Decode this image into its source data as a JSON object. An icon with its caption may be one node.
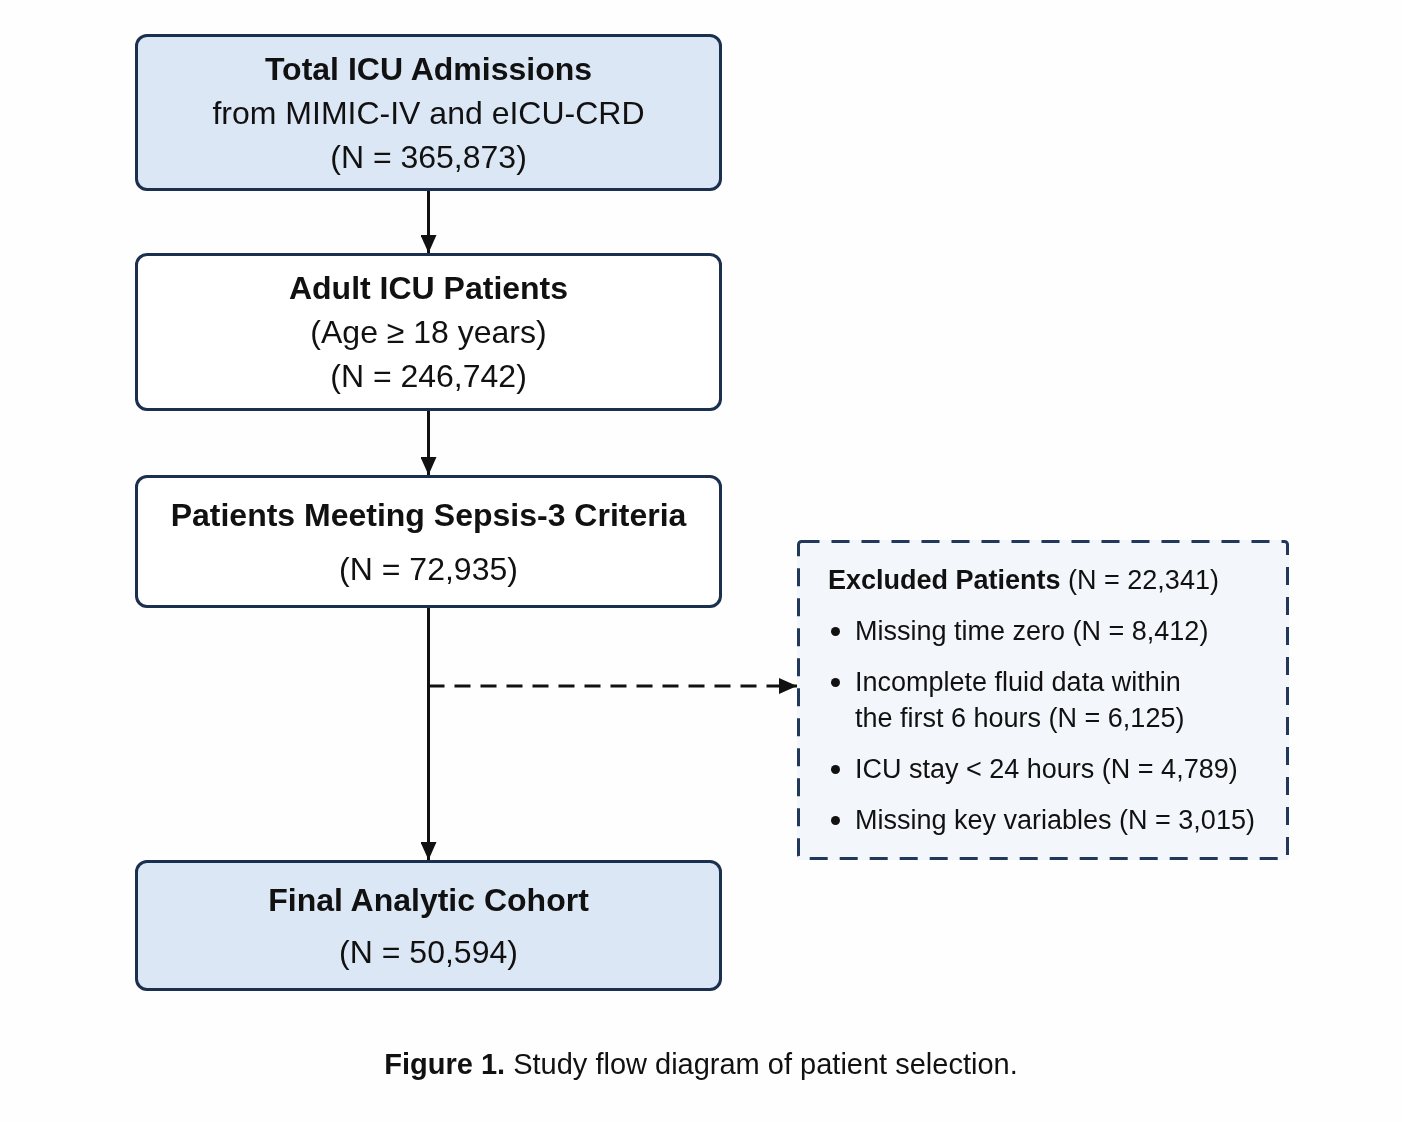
{
  "diagram": {
    "caption": "**Figure 1.** Study flow diagram of patient selection.",
    "nodes": [
      {
        "text": [
          "Total ICU Admissions",
          "from MIMIC-IV and eICU-CRD",
          "(N = 365,873)"
        ]
      },
      {
        "text": [
          "Adult ICU Patients",
          "(Age ≥ 18 years)",
          "(N = 246,742)"
        ]
      },
      {
        "text": [
          "Patients Meeting Sepsis-3 Criteria",
          "(N = 72,935)"
        ]
      },
      {
        "text": [
          "**Excluded Patients** (N = 22,341)",
          "Missing time zero (N = 8,412)",
          "Incomplete fluid data within the first 6 hours (N = 6,125)",
          "ICU stay < 24 hours (N = 4,789)",
          "Missing key variables (N = 3,015)"
        ]
      },
      {
        "text": [
          "Final Analytic Cohort",
          "(N = 50,594)"
        ]
      }
    ],
    "edges": [
      {
        "from": 0,
        "to": 1,
        "arrow": "to"
      },
      {
        "from": 1,
        "to": 2,
        "arrow": "to"
      },
      {
        "from": 2,
        "to": 4,
        "arrow": "to"
      },
      {
        "from": 2,
        "to": 3,
        "arrow": "to",
        "style": "dashed"
      }
    ]
  }
}
